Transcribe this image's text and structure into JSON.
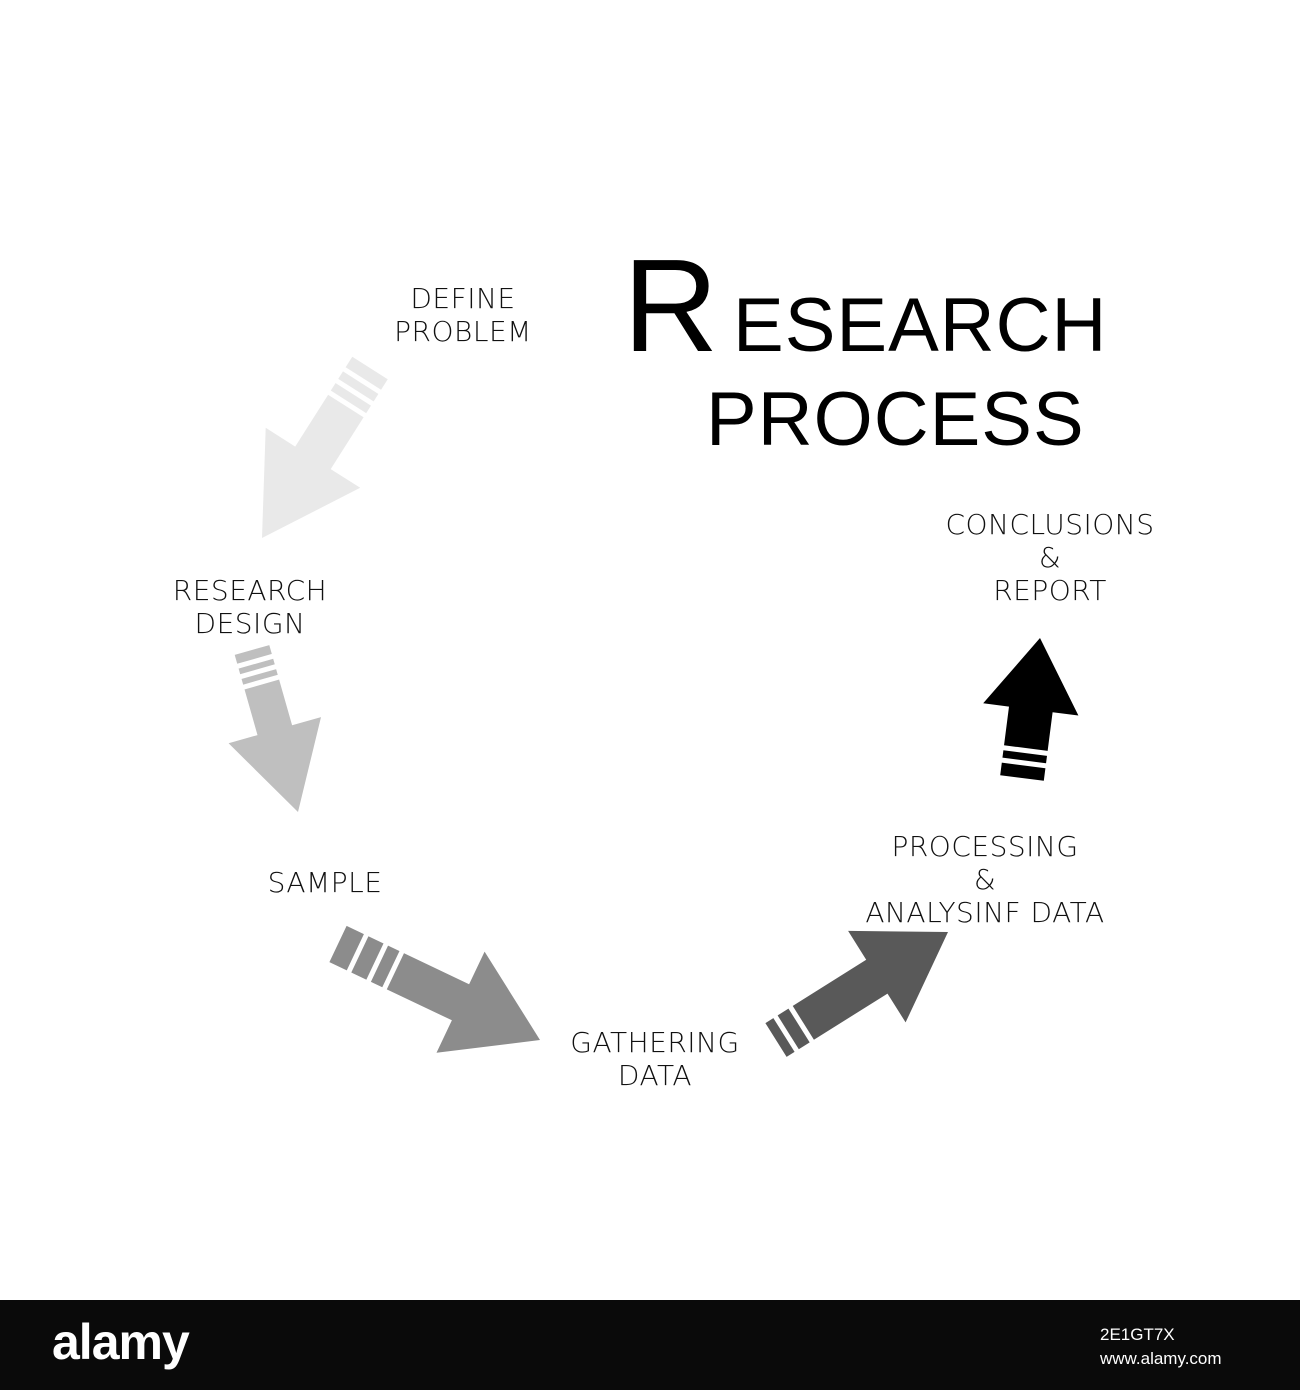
{
  "title": {
    "initial": "R",
    "rest": "ESEARCH",
    "line2": "PROCESS"
  },
  "steps": [
    {
      "lines": [
        "DEFINE",
        "PROBLEM"
      ]
    },
    {
      "lines": [
        "RESEARCH",
        "DESIGN"
      ]
    },
    {
      "lines": [
        "SAMPLE"
      ]
    },
    {
      "lines": [
        "GATHERING",
        "DATA"
      ]
    },
    {
      "lines": [
        "PROCESSING",
        "&",
        "ANALYSINF DATA"
      ]
    },
    {
      "lines": [
        "CONCLUSIONS",
        "&",
        "REPORT"
      ]
    }
  ],
  "arrow_colors": [
    "#e9e9e9",
    "#bfbfbf",
    "#8c8c8c",
    "#595959",
    "#000000"
  ],
  "footer": {
    "brand": "alamy",
    "image_id": "2E1GT7X",
    "site": "www.alamy.com"
  }
}
